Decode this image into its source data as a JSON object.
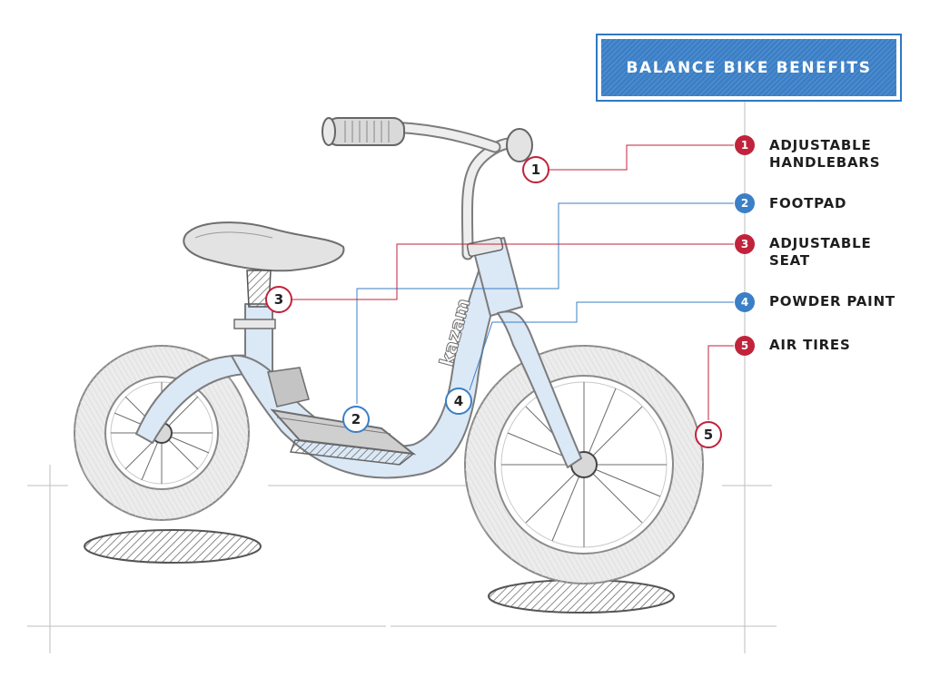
{
  "title": "BALANCE BIKE BENEFITS",
  "brand_text": "kazam",
  "colors": {
    "red": "#c0233b",
    "blue": "#3b7fc6",
    "bike": "#dbe8f6",
    "outline": "#7c7c7c"
  },
  "benefits": [
    {
      "number": "1",
      "label": "ADJUSTABLE\nHANDLEBARS",
      "color": "red"
    },
    {
      "number": "2",
      "label": "FOOTPAD",
      "color": "blue"
    },
    {
      "number": "3",
      "label": "ADJUSTABLE\nSEAT",
      "color": "red"
    },
    {
      "number": "4",
      "label": "POWDER PAINT",
      "color": "blue"
    },
    {
      "number": "5",
      "label": "AIR TIRES",
      "color": "red"
    }
  ]
}
